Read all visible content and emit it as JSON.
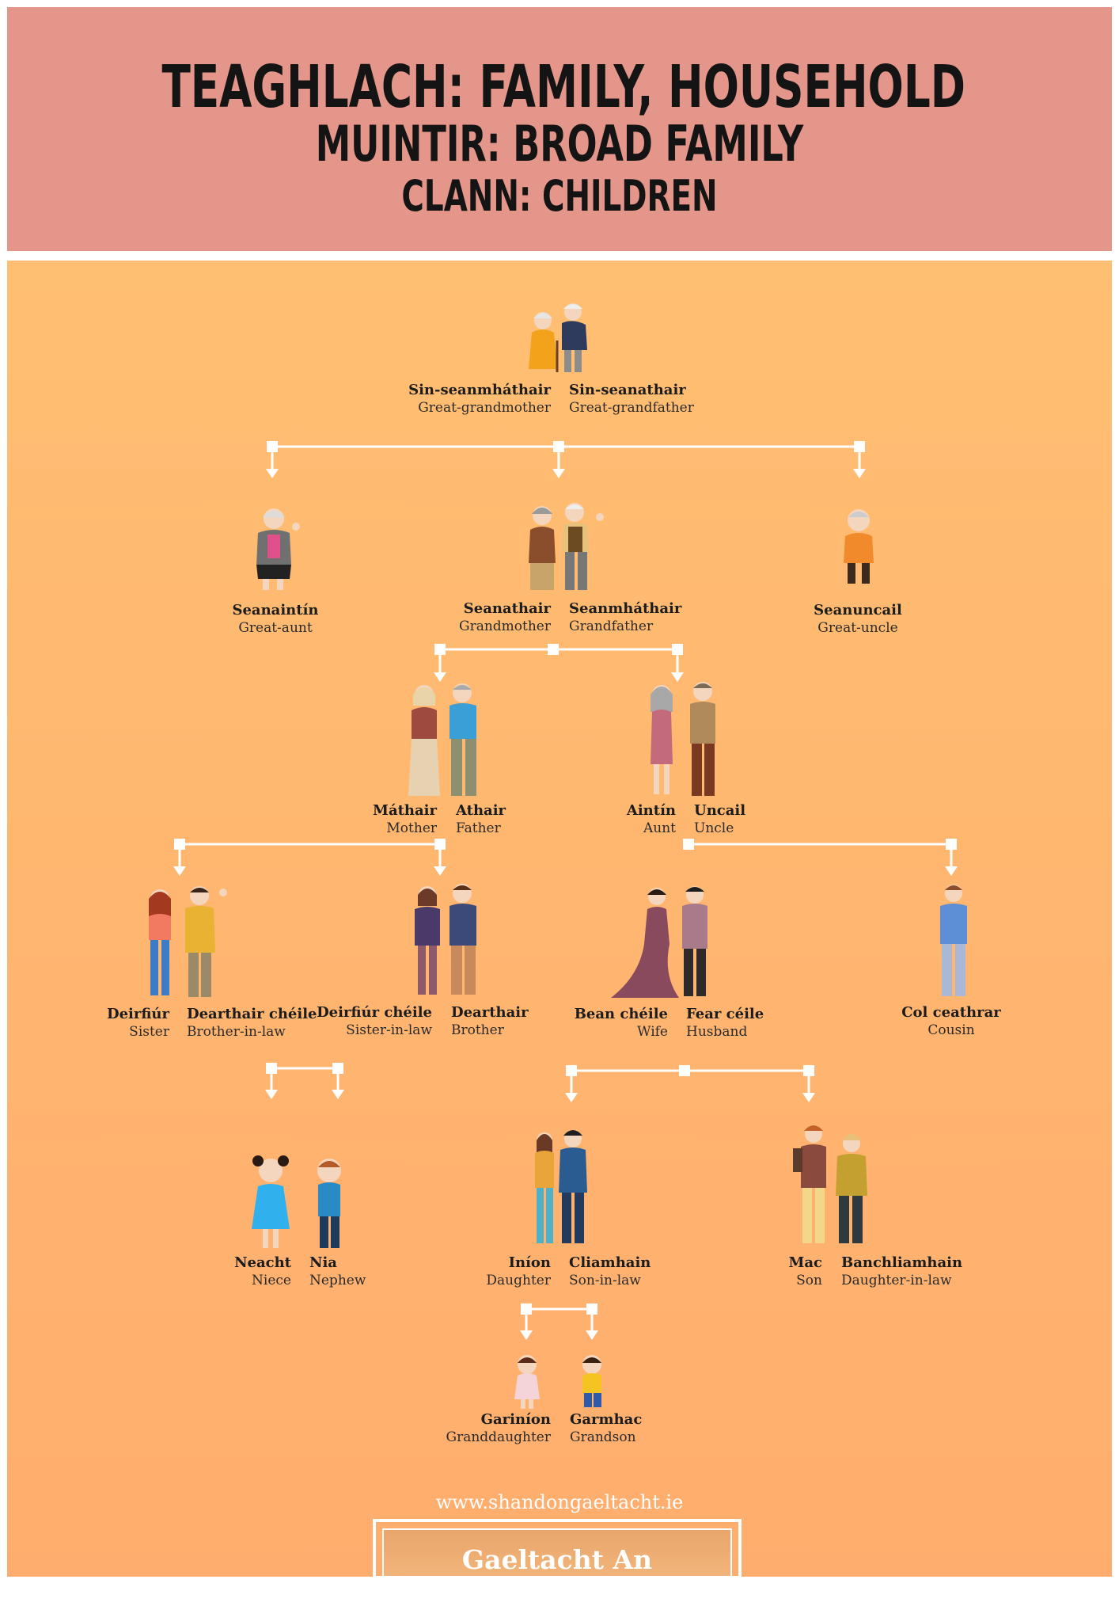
{
  "header": {
    "line1": "Teaghlach: Family, Household",
    "line2": "Muintir: Broad Family",
    "line3": "Clann: Children"
  },
  "members": {
    "great_grandmother": {
      "ga": "Sin-seanmháthair",
      "en": "Great-grandmother"
    },
    "great_grandfather": {
      "ga": "Sin-seanathair",
      "en": "Great-grandfather"
    },
    "great_aunt": {
      "ga": "Seanaintín",
      "en": "Great-aunt"
    },
    "grandmother": {
      "ga": "Seanathair",
      "en": "Grandmother"
    },
    "grandfather": {
      "ga": "Seanmháthair",
      "en": "Grandfather"
    },
    "great_uncle": {
      "ga": "Seanuncail",
      "en": "Great-uncle"
    },
    "mother": {
      "ga": "Máthair",
      "en": "Mother"
    },
    "father": {
      "ga": "Athair",
      "en": "Father"
    },
    "aunt": {
      "ga": "Aintín",
      "en": "Aunt"
    },
    "uncle": {
      "ga": "Uncail",
      "en": "Uncle"
    },
    "sister": {
      "ga": "Deirfiúr",
      "en": "Sister"
    },
    "brother_in_law": {
      "ga": "Dearthair chéile",
      "en": "Brother-in-law"
    },
    "sister_in_law": {
      "ga": "Deirfiúr chéile",
      "en": "Sister-in-law"
    },
    "brother": {
      "ga": "Dearthair",
      "en": "Brother"
    },
    "wife": {
      "ga": "Bean chéile",
      "en": "Wife"
    },
    "husband": {
      "ga": "Fear céile",
      "en": "Husband"
    },
    "cousin": {
      "ga": "Col ceathrar",
      "en": "Cousin"
    },
    "niece": {
      "ga": "Neacht",
      "en": "Niece"
    },
    "nephew": {
      "ga": "Nia",
      "en": "Nephew"
    },
    "daughter": {
      "ga": "Iníon",
      "en": "Daughter"
    },
    "son_in_law": {
      "ga": "Cliamhain",
      "en": "Son-in-law"
    },
    "son": {
      "ga": "Mac",
      "en": "Son"
    },
    "daughter_in_law": {
      "ga": "Banchliamhain",
      "en": "Daughter-in-law"
    },
    "granddaughter": {
      "ga": "Gariníon",
      "en": "Granddaughter"
    },
    "grandson": {
      "ga": "Garmhac",
      "en": "Grandson"
    }
  },
  "footer": {
    "website": "www.shandongaeltacht.ie",
    "logo": "Gaeltacht An tSeandúin"
  },
  "colors": {
    "header_bg": "#e5968a",
    "body_top": "#ffbf72",
    "body_bottom": "#ffad6e",
    "connector": "#ffffff"
  }
}
